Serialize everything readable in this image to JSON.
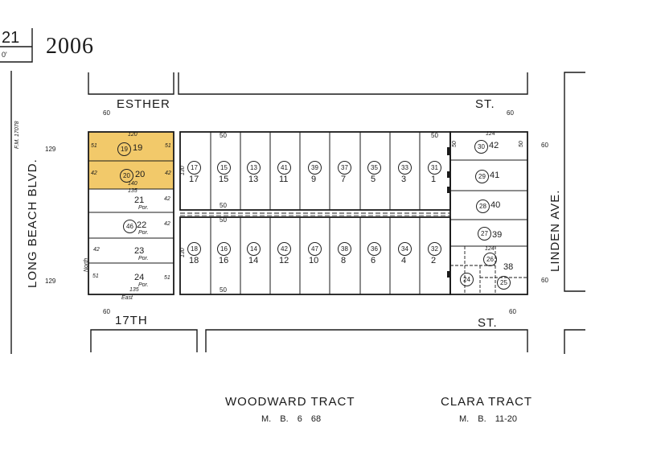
{
  "page_header": {
    "page_fragment_top": "21",
    "page_fragment_bottom": "0'",
    "map_book_page": "2006"
  },
  "streets": {
    "esther_left": "ESTHER",
    "esther_right": "ST.",
    "seventeenth_left": "17TH",
    "seventeenth_right": "ST.",
    "long_beach": "LONG BEACH BLVD.",
    "linden": "LINDEN AVE."
  },
  "street_widths": {
    "esther_left": "60",
    "esther_right": "60",
    "seventeenth_left": "60",
    "seventeenth_right": "60",
    "long_beach_top": "129",
    "long_beach_bottom": "129",
    "linden_top": "60",
    "linden_bottom": "60"
  },
  "annotations": {
    "fm_ref": "F.M. 17078",
    "north": "North",
    "east": "East"
  },
  "tracts": {
    "woodward_name": "WOODWARD TRACT",
    "woodward_ref": "M. B. 6 68",
    "clara_name": "CLARA TRACT",
    "clara_ref": "M. B. 11-20"
  },
  "highlight_color": "#f2c96a",
  "left_block": {
    "dims": {
      "top": "120",
      "mid": "140",
      "lower": "135",
      "bottom": "135"
    },
    "lots": [
      {
        "lot": "19",
        "parcel": "19",
        "depth": "51",
        "highlighted": true
      },
      {
        "lot": "20",
        "parcel": "20",
        "depth": "42",
        "highlighted": true
      },
      {
        "lot": "21",
        "parcel": "",
        "depth": "42",
        "note": "Por."
      },
      {
        "lot": "22",
        "parcel": "46",
        "depth": "42",
        "note": "Por."
      },
      {
        "lot": "23",
        "parcel": "",
        "depth": "42",
        "note": "Por."
      },
      {
        "lot": "24",
        "parcel": "",
        "depth": "51",
        "note": "Por."
      }
    ]
  },
  "middle_block": {
    "top_row": [
      {
        "lot": "17",
        "parcel": "17"
      },
      {
        "lot": "15",
        "parcel": "15"
      },
      {
        "lot": "13",
        "parcel": "13"
      },
      {
        "lot": "11",
        "parcel": "41"
      },
      {
        "lot": "9",
        "parcel": "39"
      },
      {
        "lot": "7",
        "parcel": "37"
      },
      {
        "lot": "5",
        "parcel": "35"
      },
      {
        "lot": "3",
        "parcel": "33"
      },
      {
        "lot": "1",
        "parcel": "31"
      }
    ],
    "bottom_row": [
      {
        "lot": "18",
        "parcel": "18"
      },
      {
        "lot": "16",
        "parcel": "16"
      },
      {
        "lot": "14",
        "parcel": "14"
      },
      {
        "lot": "12",
        "parcel": "42"
      },
      {
        "lot": "10",
        "parcel": "47"
      },
      {
        "lot": "8",
        "parcel": "38"
      },
      {
        "lot": "6",
        "parcel": "36"
      },
      {
        "lot": "4",
        "parcel": "34"
      },
      {
        "lot": "2",
        "parcel": "32"
      }
    ],
    "lot_width": "50",
    "depth": "130"
  },
  "right_block": {
    "top_dim": "124",
    "lots": [
      {
        "lot": "42",
        "parcel": "30"
      },
      {
        "lot": "41",
        "parcel": "29"
      },
      {
        "lot": "40",
        "parcel": "28"
      },
      {
        "lot": "39",
        "parcel": "27"
      },
      {
        "lot": "38",
        "parcel": "26"
      }
    ],
    "small_parcels": [
      "24",
      "25"
    ],
    "depth": "50",
    "mid_dim": "124"
  }
}
